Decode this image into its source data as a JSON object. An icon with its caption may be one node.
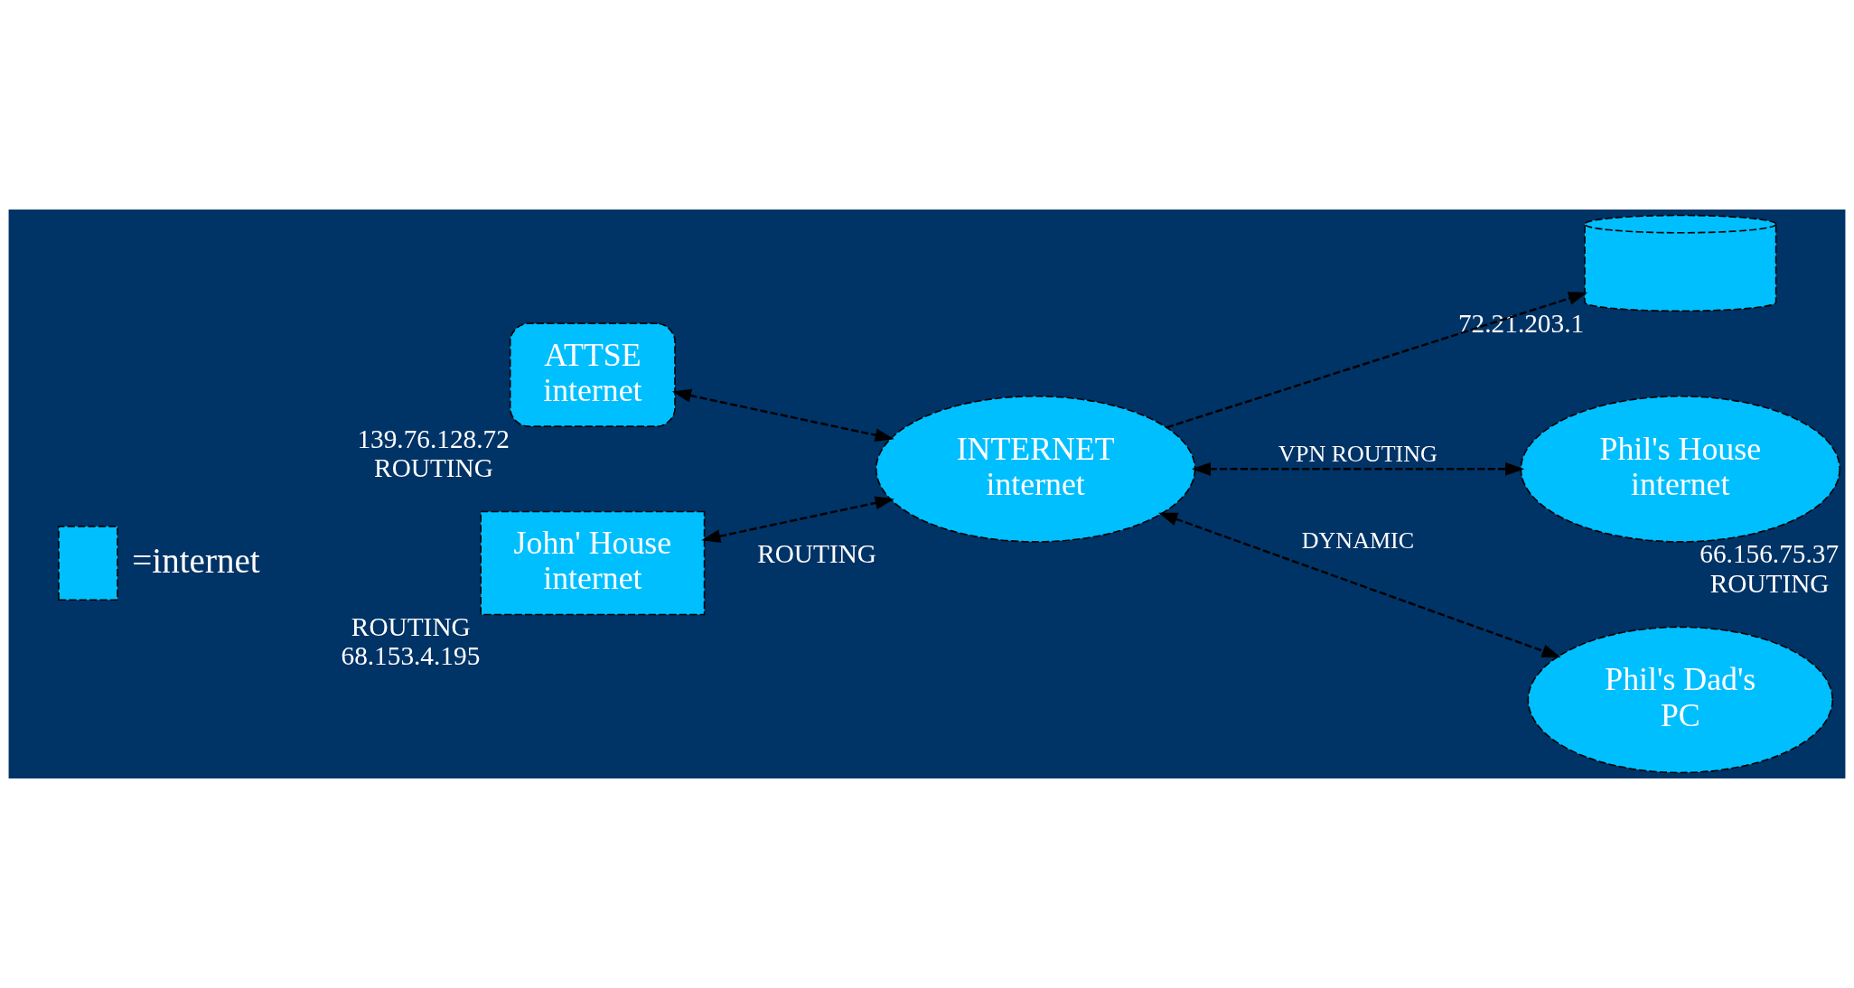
{
  "diagram": {
    "nodes": [
      {
        "text": [
          "John' House",
          "internet"
        ],
        "beside": [
          "ROUTING",
          "68.153.4.195"
        ]
      },
      {
        "text": [
          "ATTSE",
          "internet"
        ],
        "beside": [
          "139.76.128.72",
          "ROUTING"
        ]
      },
      {
        "text": [
          "INTERNET",
          "internet"
        ],
        "beside": [
          "ROUTING"
        ]
      },
      {
        "text": [],
        "shape": "cylinder",
        "beside": [
          "72.21.203.1"
        ]
      },
      {
        "text": [
          "Phil's House",
          "internet"
        ],
        "beside": [
          "66.156.75.37",
          "ROUTING"
        ]
      },
      {
        "text": [
          "Phil's Dad's",
          "PC"
        ]
      }
    ],
    "edges": [
      {
        "from": 0,
        "to": 2,
        "arrow": "both",
        "style": "dashed"
      },
      {
        "from": 1,
        "to": 2,
        "arrow": "both",
        "style": "dashed"
      },
      {
        "from": 2,
        "to": 3,
        "arrow": "to",
        "style": "dashed"
      },
      {
        "from": 2,
        "to": 4,
        "arrow": "both",
        "style": "dashed",
        "label": "VPN ROUTING"
      },
      {
        "from": 2,
        "to": 5,
        "arrow": "both",
        "style": "dashed",
        "label": "DYNAMIC"
      }
    ],
    "legend": [
      {
        "text": "=internet",
        "color": "#00bfff"
      }
    ]
  }
}
